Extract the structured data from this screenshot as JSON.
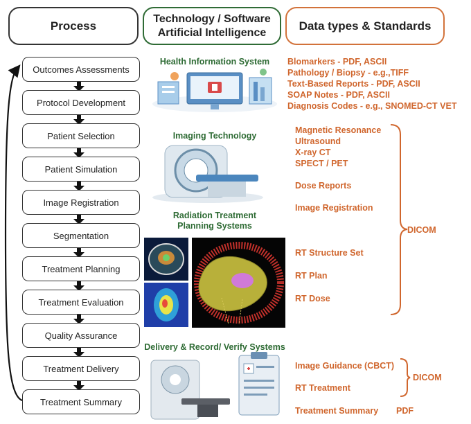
{
  "headers": {
    "process": "Process",
    "tech_line1": "Technology / Software",
    "tech_line2": "Artificial Intelligence",
    "data": "Data types & Standards"
  },
  "process_steps": [
    "Outcomes Assessments",
    "Protocol Development",
    "Patient Selection",
    "Patient Simulation",
    "Image Registration",
    "Segmentation",
    "Treatment Planning",
    "Treatment Evaluation",
    "Quality Assurance",
    "Treatment Delivery",
    "Treatment Summary"
  ],
  "tech_sections": {
    "his": "Health Information System",
    "imaging": "Imaging Technology",
    "rtps_line1": "Radiation Treatment",
    "rtps_line2": "Planning Systems",
    "delivery": "Delivery & Record/ Verify Systems"
  },
  "data_types": {
    "his_group": [
      "Blomarkers - PDF, ASCII",
      "Pathology / Biopsy - e.g.,TIFF",
      "Text-Based Reports - PDF, ASCII",
      "SOAP Notes - PDF, ASCII",
      "Diagnosis Codes - e.g., SNOMED-CT VET"
    ],
    "imaging_group": [
      "Magnetic Resonance",
      "Ultrasound",
      "X-ray CT",
      "SPECT / PET"
    ],
    "dose_reports": "Dose Reports",
    "image_registration": "Image Registration",
    "rt_structure_set": "RT Structure Set",
    "rt_plan": "RT Plan",
    "rt_dose": "RT Dose",
    "dicom_label": "DICOM",
    "image_guidance": "Image Guidance (CBCT)",
    "rt_treatment": "RT Treatment",
    "dicom_label_2": "DICOM",
    "treatment_summary": "Treatment Summary",
    "pdf_label": "PDF"
  },
  "colors": {
    "process_border": "#333333",
    "tech_green": "#2e6b34",
    "data_orange": "#d0662d"
  }
}
